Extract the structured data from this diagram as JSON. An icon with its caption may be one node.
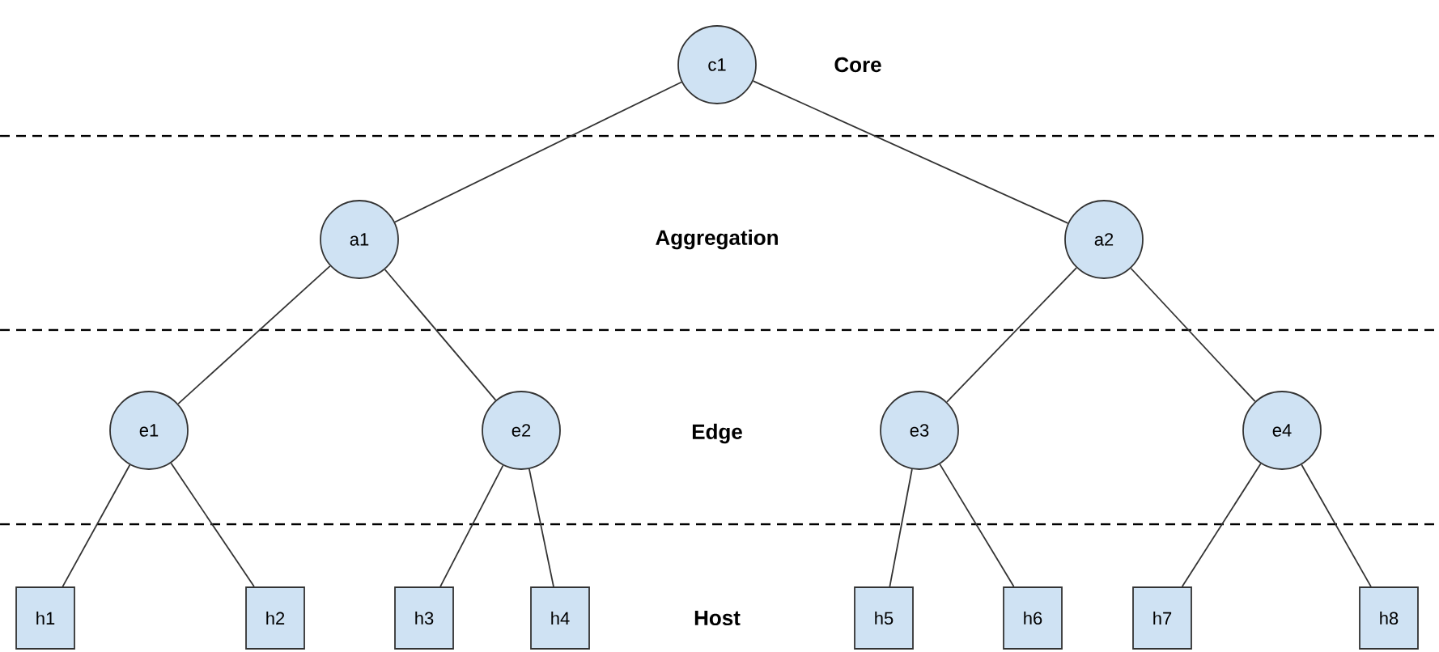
{
  "diagram": {
    "nodes": [
      {
        "text": [
          "c1"
        ]
      },
      {
        "text": [
          "a1"
        ]
      },
      {
        "text": [
          "a2"
        ]
      },
      {
        "text": [
          "e1"
        ]
      },
      {
        "text": [
          "e2"
        ]
      },
      {
        "text": [
          "e3"
        ]
      },
      {
        "text": [
          "e4"
        ]
      },
      {
        "text": [
          "h1"
        ]
      },
      {
        "text": [
          "h2"
        ]
      },
      {
        "text": [
          "h3"
        ]
      },
      {
        "text": [
          "h4"
        ]
      },
      {
        "text": [
          "h5"
        ]
      },
      {
        "text": [
          "h6"
        ]
      },
      {
        "text": [
          "h7"
        ]
      },
      {
        "text": [
          "h8"
        ]
      }
    ],
    "edges": [
      {
        "from": 0,
        "to": 1,
        "arrow": "none"
      },
      {
        "from": 0,
        "to": 2,
        "arrow": "none"
      },
      {
        "from": 1,
        "to": 3,
        "arrow": "none"
      },
      {
        "from": 1,
        "to": 4,
        "arrow": "none"
      },
      {
        "from": 2,
        "to": 5,
        "arrow": "none"
      },
      {
        "from": 2,
        "to": 6,
        "arrow": "none"
      },
      {
        "from": 3,
        "to": 7,
        "arrow": "none"
      },
      {
        "from": 3,
        "to": 8,
        "arrow": "none"
      },
      {
        "from": 4,
        "to": 9,
        "arrow": "none"
      },
      {
        "from": 4,
        "to": 10,
        "arrow": "none"
      },
      {
        "from": 5,
        "to": 11,
        "arrow": "none"
      },
      {
        "from": 5,
        "to": 12,
        "arrow": "none"
      },
      {
        "from": 6,
        "to": 13,
        "arrow": "none"
      },
      {
        "from": 6,
        "to": 14,
        "arrow": "none"
      }
    ],
    "labels": [
      "Core",
      "Aggregation",
      "Edge",
      "Host"
    ]
  }
}
